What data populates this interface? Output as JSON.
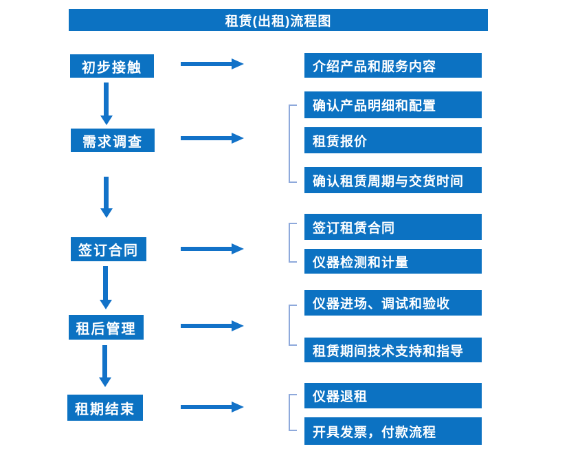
{
  "title": "租赁(出租)流程图",
  "colors": {
    "primary": "#0C72C2",
    "arrow": "#1272C8",
    "bracket": "#8EA9DB",
    "text-on-primary": "#FFFFFF",
    "background": "#FFFFFF"
  },
  "steps": [
    {
      "label": "初步接触",
      "items": [
        "介绍产品和服务内容"
      ]
    },
    {
      "label": "需求调查",
      "items": [
        "确认产品明细和配置",
        "租赁报价",
        "确认租赁周期与交货时间"
      ]
    },
    {
      "label": "签订合同",
      "items": [
        "签订租赁合同",
        "仪器检测和计量"
      ]
    },
    {
      "label": "租后管理",
      "items": [
        "仪器进场、调试和验收",
        "租赁期间技术支持和指导"
      ]
    },
    {
      "label": "租期结束",
      "items": [
        "仪器退租",
        "开具发票，付款流程"
      ]
    }
  ]
}
